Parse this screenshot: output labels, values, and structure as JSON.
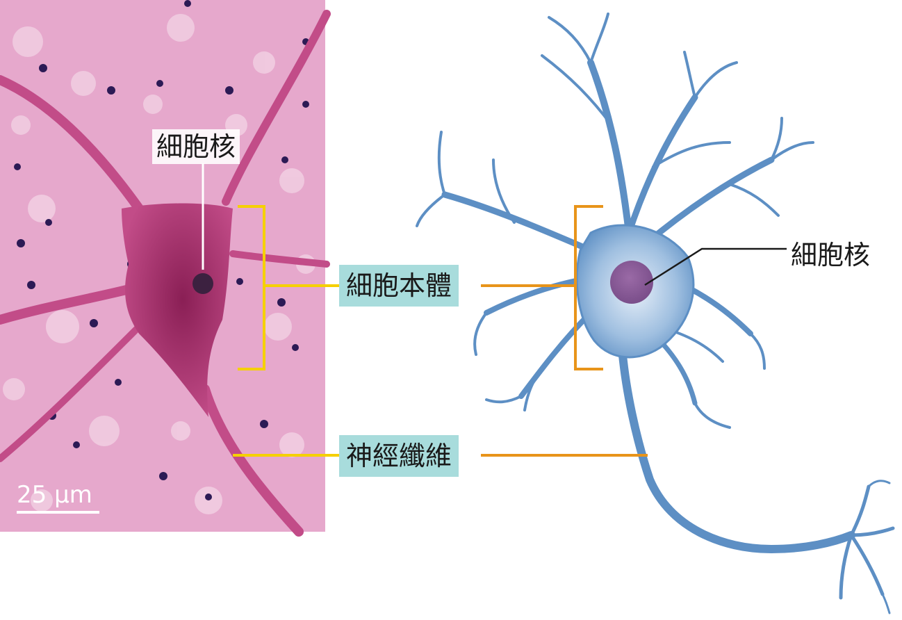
{
  "labels": {
    "nucleus_micro": "細胞核",
    "cell_body": "細胞本體",
    "nerve_fiber": "神經纖維",
    "nucleus_illustration": "細胞核",
    "scale_bar": "25 µm"
  },
  "colors": {
    "micro_leader": "#f5d000",
    "illustration_leader": "#e8941a",
    "label_box": "#a8dcdc",
    "tissue_stain": "#e6a8cc",
    "neuron_blue": "#5d8fc4",
    "nucleus_purple": "#8a5c96"
  },
  "icons": {
    "micrograph": "stained-neuron-micrograph",
    "illustration": "neuron-illustration"
  }
}
